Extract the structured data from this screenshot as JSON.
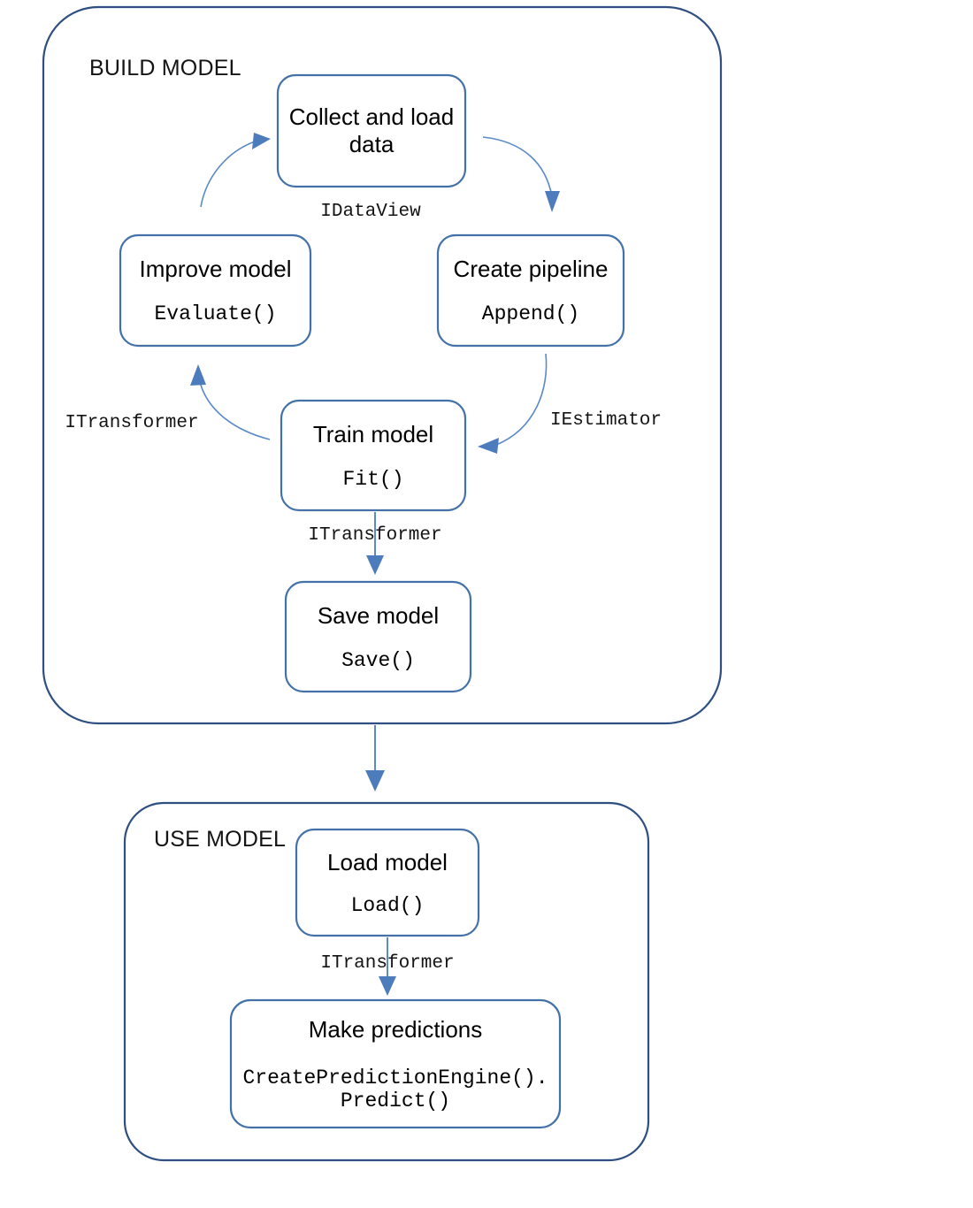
{
  "diagram": {
    "title": "ML.NET model lifecycle",
    "colors": {
      "group_border": "#2f4f81",
      "node_border": "#4472a8",
      "arrow": "#4c7cbc",
      "text": "#141414",
      "background": "#ffffff"
    }
  },
  "groups": [
    {
      "id": "build-model",
      "label": "BUILD MODEL"
    },
    {
      "id": "use-model",
      "label": "USE MODEL"
    }
  ],
  "nodes": [
    {
      "id": "collect-and-load-data",
      "title": "Collect and load data",
      "title_line1": "Collect and load",
      "title_line2": "data",
      "api": ""
    },
    {
      "id": "create-pipeline",
      "title": "Create pipeline",
      "api": "Append()"
    },
    {
      "id": "train-model",
      "title": "Train model",
      "api": "Fit()"
    },
    {
      "id": "improve-model",
      "title": "Improve model",
      "api": "Evaluate()"
    },
    {
      "id": "save-model",
      "title": "Save model",
      "api": "Save()"
    },
    {
      "id": "load-model",
      "title": "Load model",
      "api": "Load()"
    },
    {
      "id": "make-predictions",
      "title": "Make predictions",
      "api_line1": "CreatePredictionEngine().",
      "api_line2": "Predict()"
    }
  ],
  "edges": [
    {
      "id": "collect-to-pipeline",
      "from": "collect-and-load-data",
      "to": "create-pipeline",
      "label": "IDataView"
    },
    {
      "id": "pipeline-to-train",
      "from": "create-pipeline",
      "to": "train-model",
      "label": "IEstimator"
    },
    {
      "id": "train-to-improve",
      "from": "train-model",
      "to": "improve-model",
      "label": "ITransformer"
    },
    {
      "id": "improve-to-collect",
      "from": "improve-model",
      "to": "collect-and-load-data",
      "label": ""
    },
    {
      "id": "train-to-save",
      "from": "train-model",
      "to": "save-model",
      "label": "ITransformer"
    },
    {
      "id": "build-to-use",
      "from": "build-model",
      "to": "use-model",
      "label": ""
    },
    {
      "id": "load-to-predictions",
      "from": "load-model",
      "to": "make-predictions",
      "label": "ITransformer"
    }
  ]
}
